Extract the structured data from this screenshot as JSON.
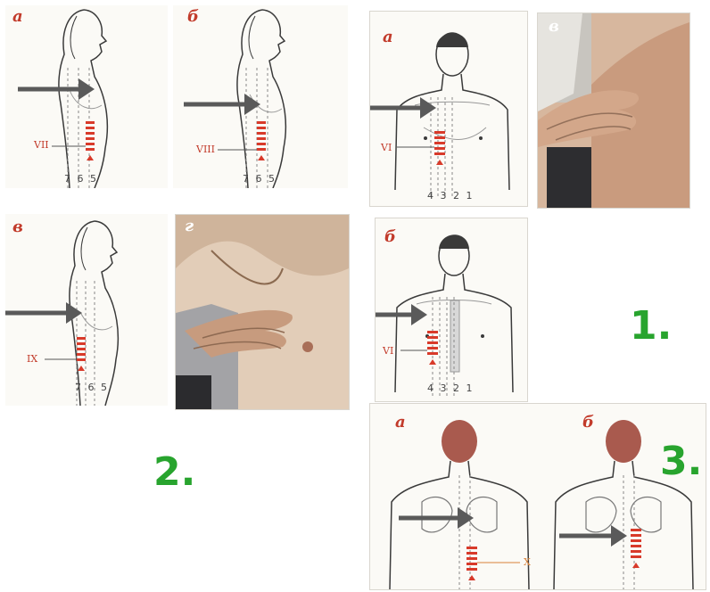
{
  "colors": {
    "arrow": "#5a5a5a",
    "marker": "#d83a2a",
    "group_label": "#28a42e",
    "ink": "#3a3a3a"
  },
  "group1": {
    "label": "1.",
    "panel_a": {
      "letter": "а",
      "rib": "VI",
      "line_numbers": "4 3 2 1"
    },
    "panel_b": {
      "letter": "б",
      "rib": "VI",
      "line_numbers": "4 3 2 1"
    },
    "panel_v": {
      "letter": "в"
    }
  },
  "group2": {
    "label": "2.",
    "panel_a": {
      "letter": "а",
      "rib": "VII",
      "line_numbers": "7 6 5"
    },
    "panel_b": {
      "letter": "б",
      "rib": "VIII",
      "line_numbers": "7 6 5"
    },
    "panel_v": {
      "letter": "в",
      "rib": "IX",
      "line_numbers": "7 6 5"
    },
    "panel_g": {
      "letter": "г"
    }
  },
  "group3": {
    "label": "3.",
    "panel_a": {
      "letter": "а",
      "rib": "X"
    },
    "panel_b": {
      "letter": "б"
    }
  },
  "icons": [
    "arrow-icon",
    "side-profile-figure",
    "front-torso-figure",
    "back-torso-figure",
    "palpation-photo"
  ]
}
